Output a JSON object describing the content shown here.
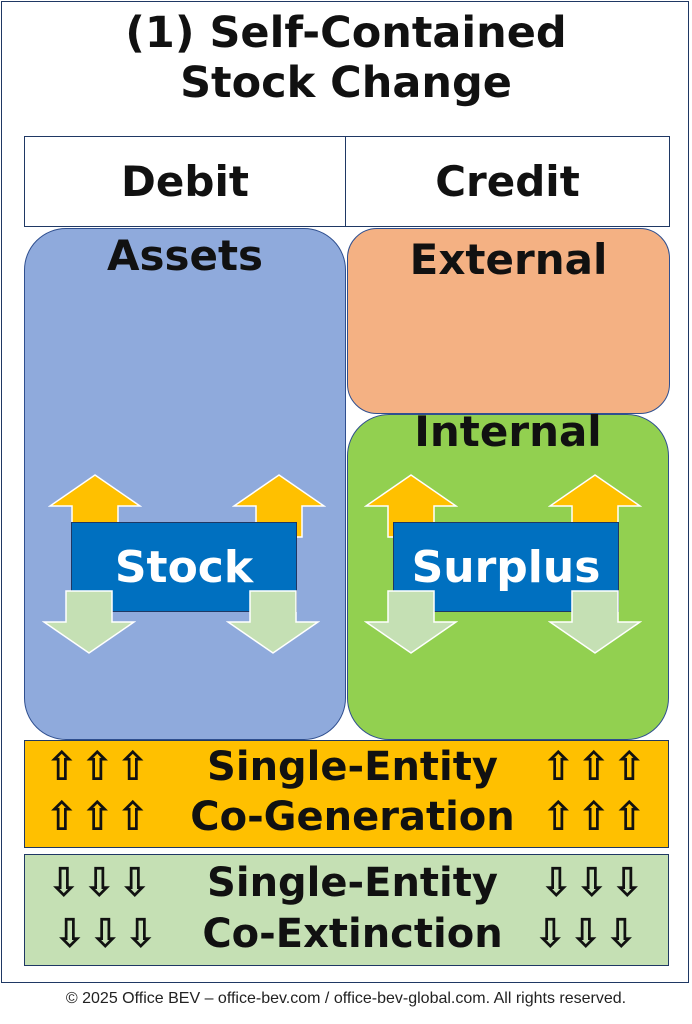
{
  "title": {
    "line1": "(1) Self-Contained",
    "line2": "Stock Change"
  },
  "headers": {
    "debit": "Debit",
    "credit": "Credit"
  },
  "boxes": {
    "assets": "Assets",
    "external": "External",
    "internal": "Internal"
  },
  "center_labels": {
    "stock": "Stock",
    "surplus": "Surplus"
  },
  "bands": {
    "generation": {
      "line1": "Single-Entity",
      "line2": "Co-Generation",
      "glyphs": "⇧⇧⇧"
    },
    "extinction": {
      "line1": "Single-Entity",
      "line2": "Co-Extinction",
      "glyphs": "⇩⇩⇩"
    }
  },
  "footer": "© 2025 Office BEV – office-bev.com / office-bev-global.com. All rights reserved.",
  "colors": {
    "assets": "#8faadc",
    "external": "#f4b183",
    "internal": "#92d050",
    "pill": "#0070c0",
    "up_arrow": "#ffc000",
    "down_arrow": "#c5e0b4",
    "generation_band": "#ffc000",
    "extinction_band": "#c5e0b4"
  },
  "icons": {
    "up": "up-arrow-icon",
    "down": "down-arrow-icon"
  }
}
